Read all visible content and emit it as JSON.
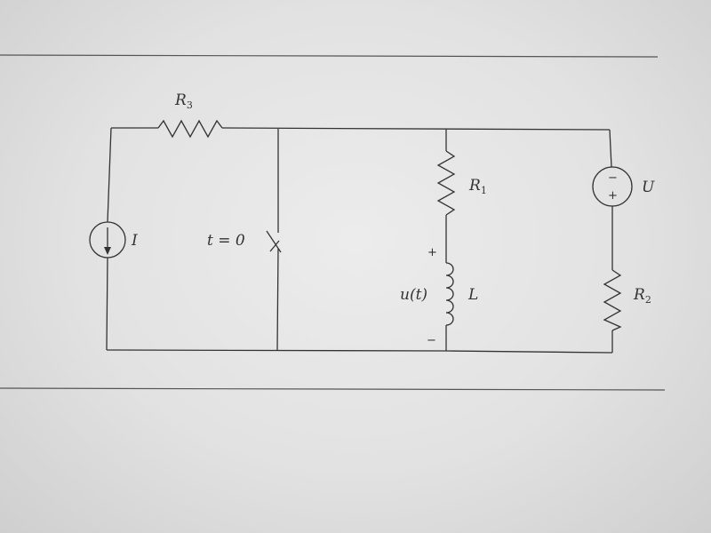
{
  "diagram": {
    "type": "circuit",
    "labels": {
      "R3": {
        "main": "R",
        "sub": "3"
      },
      "R1": {
        "main": "R",
        "sub": "1"
      },
      "R2": {
        "main": "R",
        "sub": "2"
      },
      "current_source": "I",
      "switch": "t = 0",
      "inductor": "L",
      "inductor_voltage": "u(t)",
      "voltage_source": "U",
      "plus": "+",
      "minus": "−"
    }
  }
}
